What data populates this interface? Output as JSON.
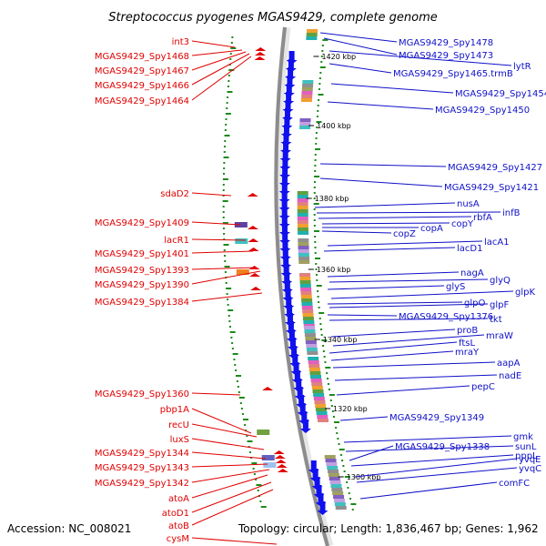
{
  "title": "Streptococcus pyogenes MGAS9429, complete genome",
  "footer": {
    "accession": "Accession: NC_008021",
    "summary": "Topology: circular; Length: 1,836,467 bp; Genes: 1,962"
  },
  "colors": {
    "left_labels": "#e00000",
    "right_labels": "#1010c8",
    "backbone": "#8c8c8c",
    "forward_cds": "#e00000",
    "reverse_cds": "#1010ee",
    "gc_marks": "#1a8a1a"
  },
  "scale_ticks": [
    "1420 kbp",
    "1400 kbp",
    "1380 kbp",
    "1360 kbp",
    "1340 kbp",
    "1320 kbp",
    "1300 kbp"
  ],
  "left_labels": [
    "int3",
    "MGAS9429_Spy1468",
    "MGAS9429_Spy1467",
    "MGAS9429_Spy1466",
    "MGAS9429_Spy1464",
    "sdaD2",
    "MGAS9429_Spy1409",
    "lacR1",
    "MGAS9429_Spy1401",
    "MGAS9429_Spy1393",
    "MGAS9429_Spy1390",
    "MGAS9429_Spy1384",
    "MGAS9429_Spy1360",
    "pbp1A",
    "recU",
    "luxS",
    "MGAS9429_Spy1344",
    "MGAS9429_Spy1343",
    "MGAS9429_Spy1342",
    "atoA",
    "atoD1",
    "atoB",
    "cysM"
  ],
  "right_labels": [
    "MGAS9429_Spy1478",
    "MGAS9429_Spy1473",
    "lytR",
    "MGAS9429_Spy1465.trmB",
    "MGAS9429_Spy1454",
    "MGAS9429_Spy1450",
    "MGAS9429_Spy1427",
    "MGAS9429_Spy1421",
    "nusA",
    "infB",
    "rbfA",
    "copY",
    "copA",
    "copZ",
    "lacA1",
    "lacD1",
    "nagA",
    "glyQ",
    "glyS",
    "glpK",
    "glpO",
    "glpF",
    "MGAS9429_Spy1376",
    "tkt",
    "proB",
    "mraW",
    "ftsL",
    "mraY",
    "aapA",
    "nadE",
    "pepC",
    "MGAS9429_Spy1349",
    "gmk",
    "sunL",
    "MGAS9429_Spy1338",
    "pppL",
    "yvqE",
    "yvqC",
    "comFC"
  ]
}
